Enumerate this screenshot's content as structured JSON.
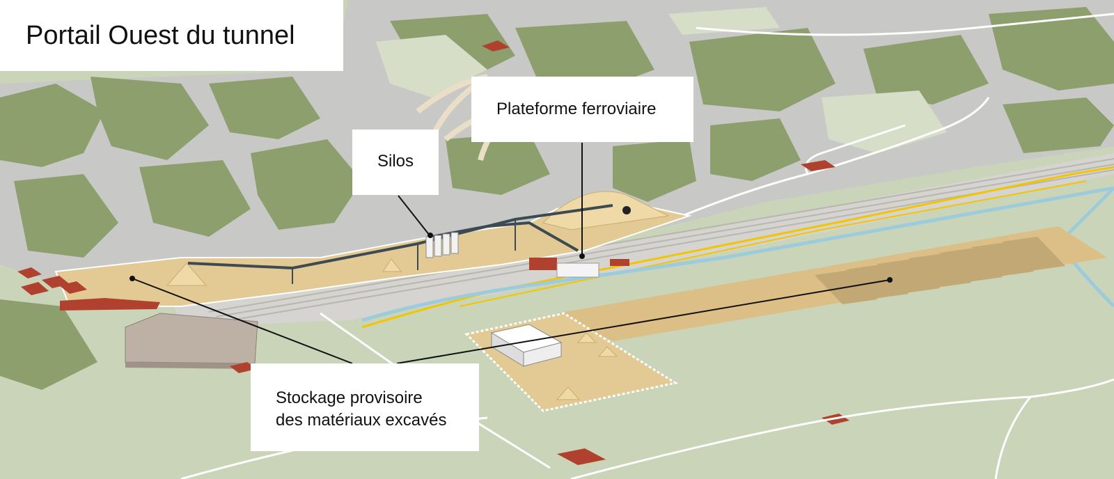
{
  "title": "Portail Ouest du tunnel",
  "labels": {
    "silos": "Silos",
    "platform": "Plateforme ferroviaire",
    "storage_line1": "Stockage provisoire",
    "storage_line2": "des matériaux excavés"
  },
  "colors": {
    "meadow": "#c9d4b8",
    "rock": "#c8c9c7",
    "forest": "#8e9f6e",
    "site_sand": "#e3c994",
    "storage_field": "#dcbf86",
    "rail_bed": "#d5d4d0",
    "road": "#ffffff",
    "river": "#9ccbdc",
    "rail_yellow": "#f2c500",
    "roof_red": "#b0412e",
    "label_bg": "#ffffff",
    "leader_line": "#111111"
  }
}
